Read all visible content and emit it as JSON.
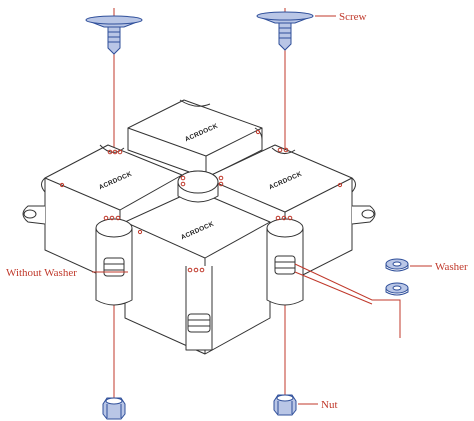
{
  "labels": {
    "screw": "Screw",
    "washer": "Washer",
    "without_washer": "Without Washer",
    "nut": "Nut"
  },
  "brand": {
    "top": "ACRDOCK",
    "left": "ACRDOCK",
    "right": "ACRDOCK",
    "front": "ACRDOCK"
  },
  "colors": {
    "outline": "#333333",
    "callout": "#c0392b",
    "hardware": "#2f4f9a",
    "hardware_fill": "#b9c6e6",
    "face": "#ffffff"
  }
}
